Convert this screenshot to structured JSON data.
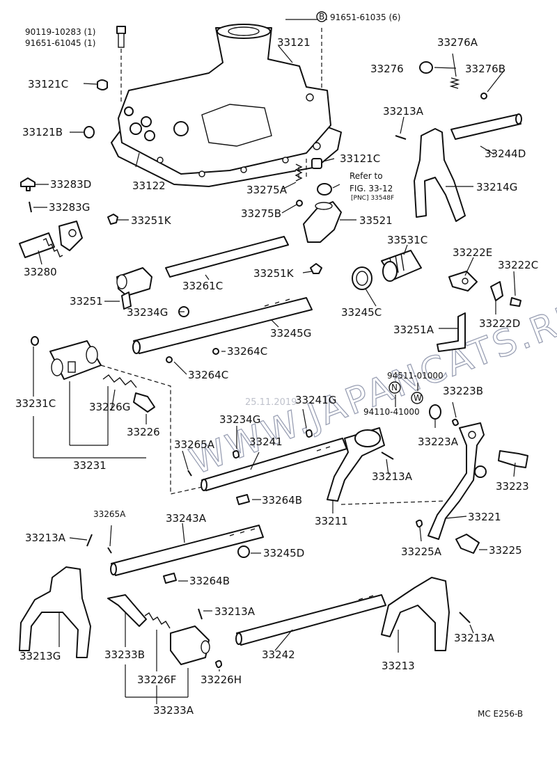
{
  "labels": {
    "p90119": "90119-10283 (1)",
    "p91651a": "91651-61045 (1)",
    "b_circle": "B",
    "p91651b": "91651-61035 (6)",
    "p33121": "33121",
    "p33276A": "33276A",
    "p33276": "33276",
    "p33276B": "33276B",
    "p33121C_a": "33121C",
    "p33121B": "33121B",
    "p33213A_1": "33213A",
    "p33244D": "33244D",
    "p33121C_b": "33121C",
    "refer_to": "Refer to",
    "fig": "FIG. 33-12",
    "pnc": "[PNC] 33548F",
    "p33122": "33122",
    "p33283D": "33283D",
    "p33275A": "33275A",
    "p33214G": "33214G",
    "p33283G": "33283G",
    "p33275B": "33275B",
    "p33251K_1": "33251K",
    "p33521": "33521",
    "p33531C": "33531C",
    "p33222E": "33222E",
    "p33280": "33280",
    "p33222C": "33222C",
    "p33251K_2": "33251K",
    "p33261C": "33261C",
    "p33251": "33251",
    "p33234G_1": "33234G",
    "p33245C": "33245C",
    "p33222D": "33222D",
    "p33245G": "33245G",
    "p33251A": "33251A",
    "p33264C_1": "33264C",
    "p33264C_2": "33264C",
    "p94511": "94511-01000",
    "n_circle": "N",
    "w_circle": "W",
    "p33223B": "33223B",
    "p94110": "94110-41000",
    "p33231C": "33231C",
    "p33226G": "33226G",
    "p33241G": "33241G",
    "p33234G_2": "33234G",
    "p33226": "33226",
    "p33223A": "33223A",
    "p33265A_1": "33265A",
    "p33241": "33241",
    "p33231": "33231",
    "p33213A_2": "33213A",
    "p33223": "33223",
    "p33264B_1": "33264B",
    "p33211": "33211",
    "p33265A_2": "33265A",
    "p33243A": "33243A",
    "p33221": "33221",
    "p33213A_3": "33213A",
    "p33245D": "33245D",
    "p33225A": "33225A",
    "p33225": "33225",
    "p33264B_2": "33264B",
    "p33213A_4": "33213A",
    "p33213G": "33213G",
    "p33233B": "33233B",
    "p33242": "33242",
    "p33213": "33213",
    "p33213A_5": "33213A",
    "p33226F": "33226F",
    "p33226H": "33226H",
    "p33233A": "33233A",
    "code": "MC  E256-B"
  },
  "watermark": {
    "text": "WWW.JAPANCATS.RU",
    "date": "25.11.2019"
  },
  "colors": {
    "ink": "#111111",
    "watermark": "#9aa0b4",
    "background": "#ffffff"
  }
}
